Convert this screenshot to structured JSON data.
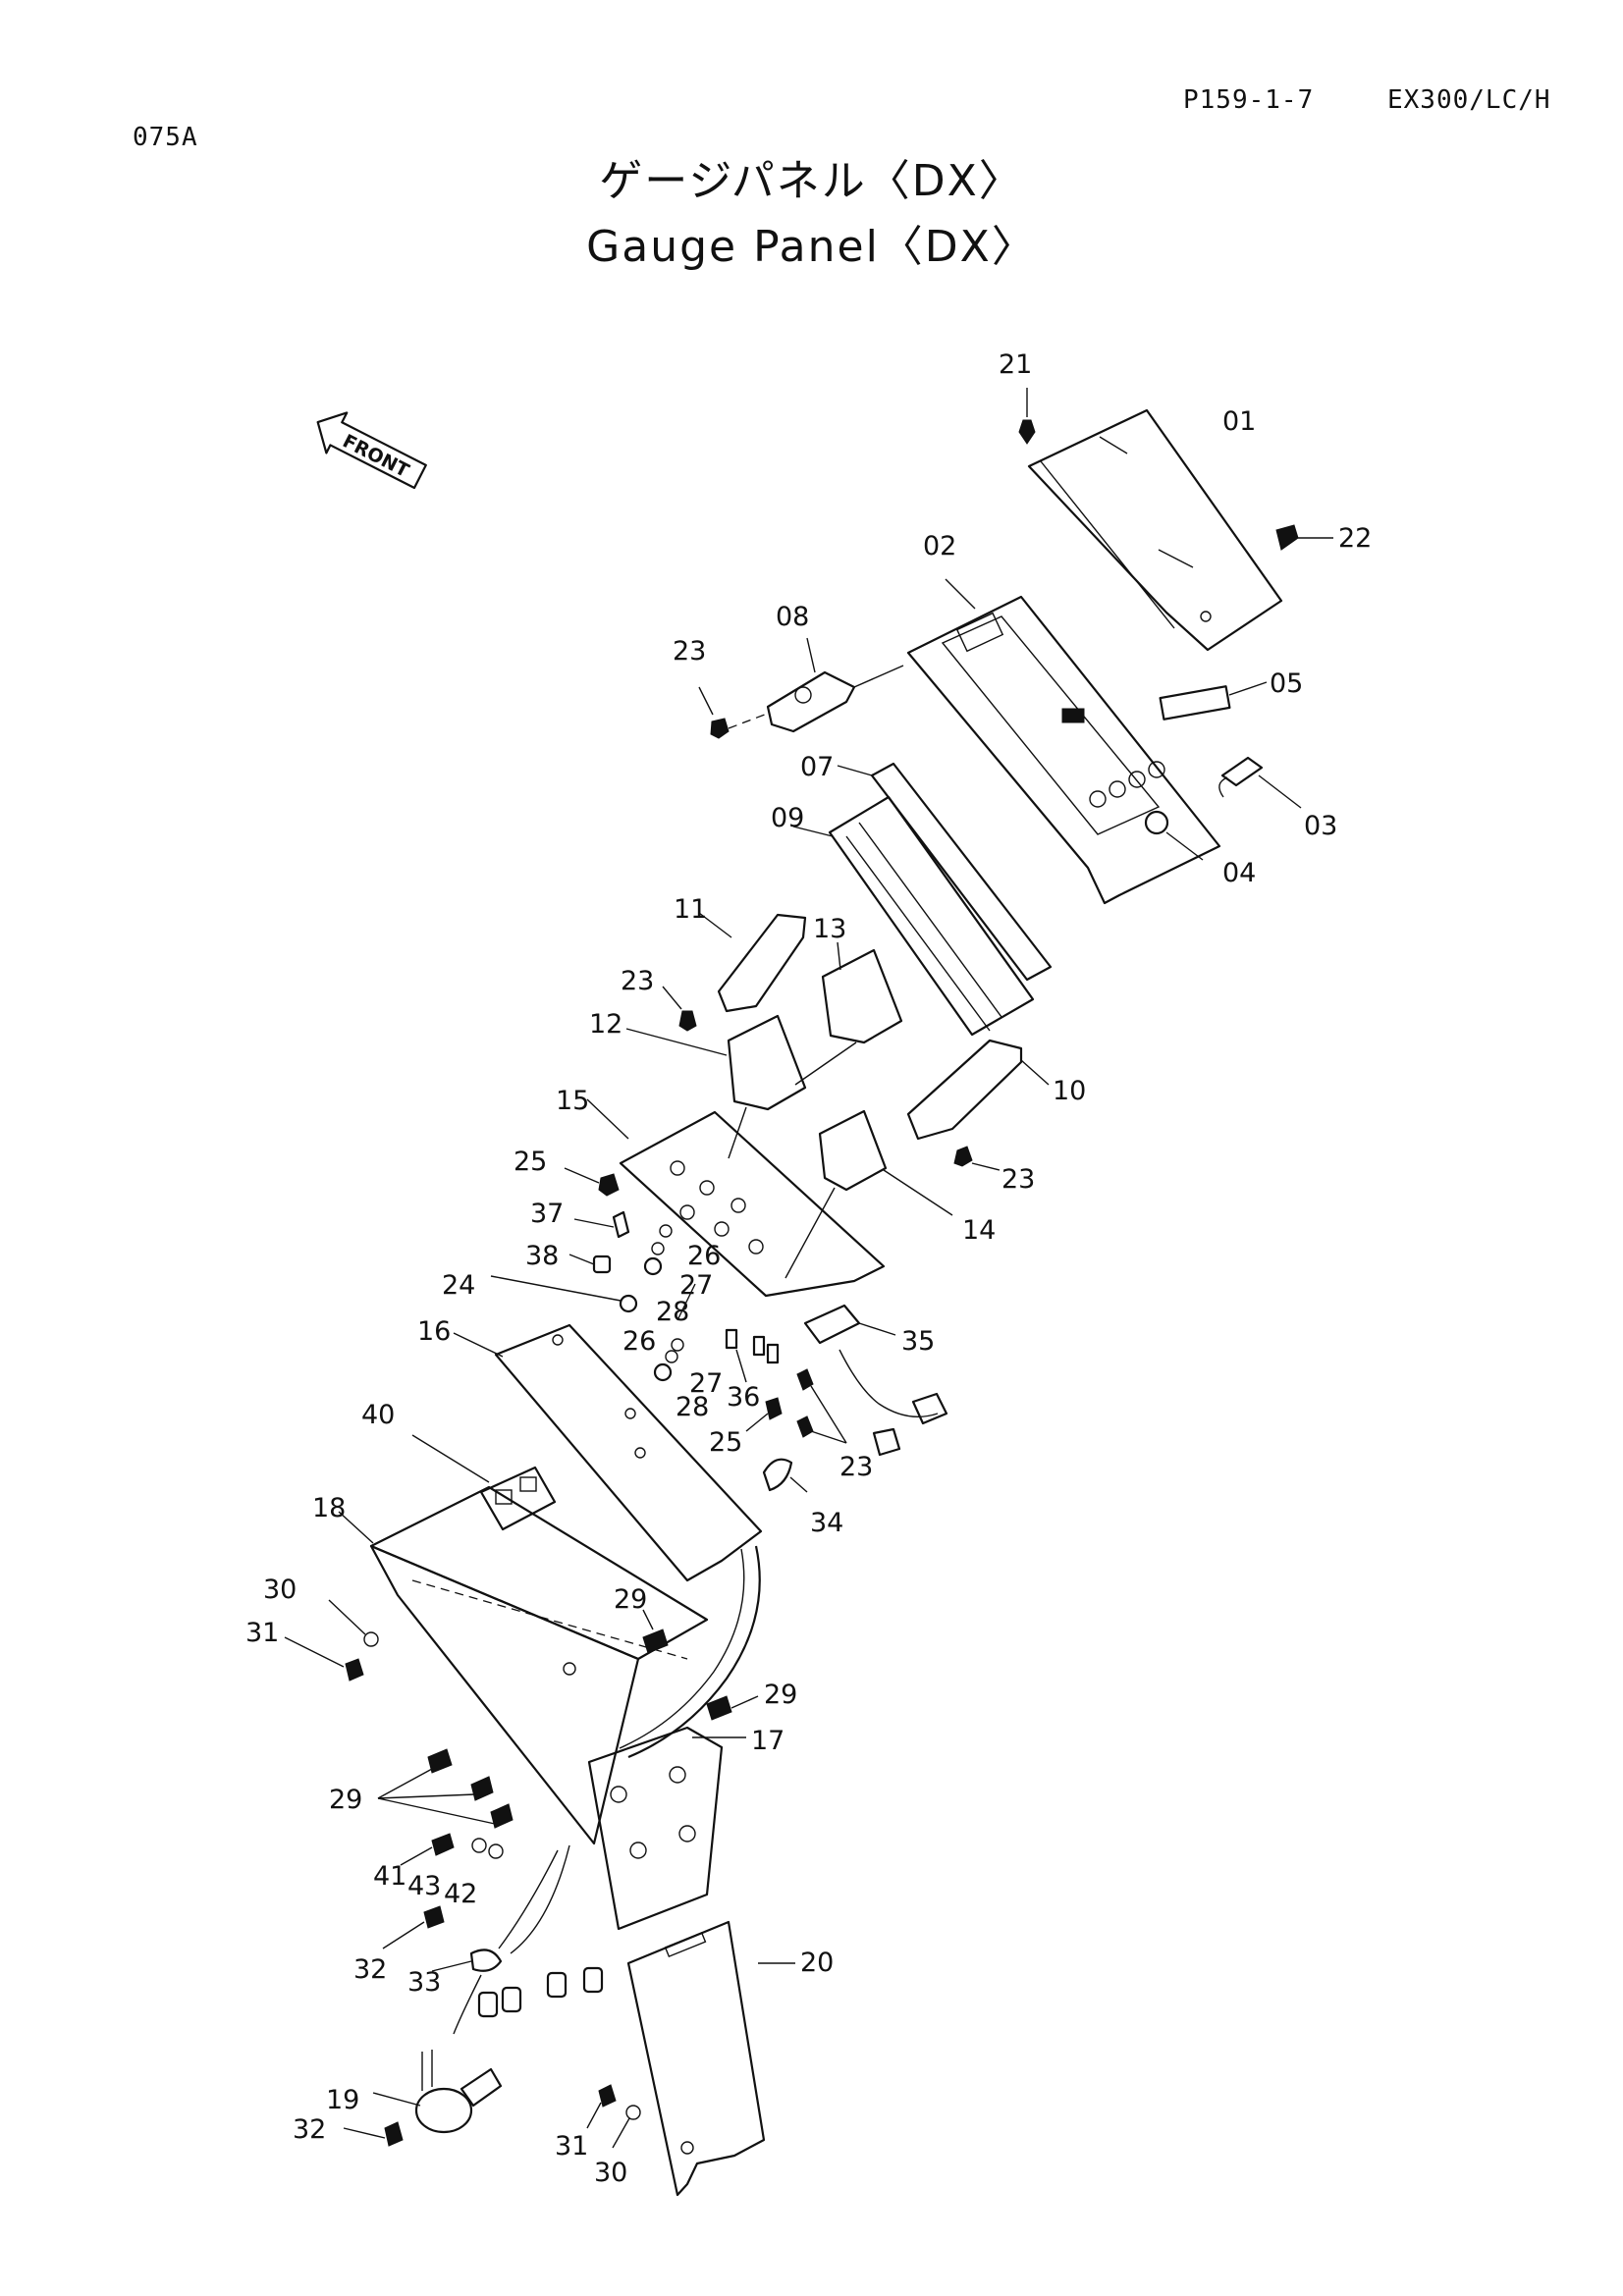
{
  "header": {
    "page_code": "075A",
    "page_ref": "P159-1-7",
    "model": "EX300/LC/H"
  },
  "title": {
    "japanese": "ゲージパネル〈DX〉",
    "english": "Gauge Panel〈DX〉"
  },
  "direction_arrow": {
    "label": "FRONT"
  },
  "callouts": [
    "01",
    "02",
    "03",
    "04",
    "05",
    "07",
    "08",
    "09",
    "10",
    "11",
    "12",
    "13",
    "14",
    "15",
    "16",
    "17",
    "18",
    "19",
    "20",
    "21",
    "22",
    "23",
    "24",
    "25",
    "26",
    "27",
    "28",
    "29",
    "30",
    "31",
    "32",
    "33",
    "34",
    "35",
    "36",
    "37",
    "38",
    "40",
    "41",
    "42",
    "43"
  ]
}
